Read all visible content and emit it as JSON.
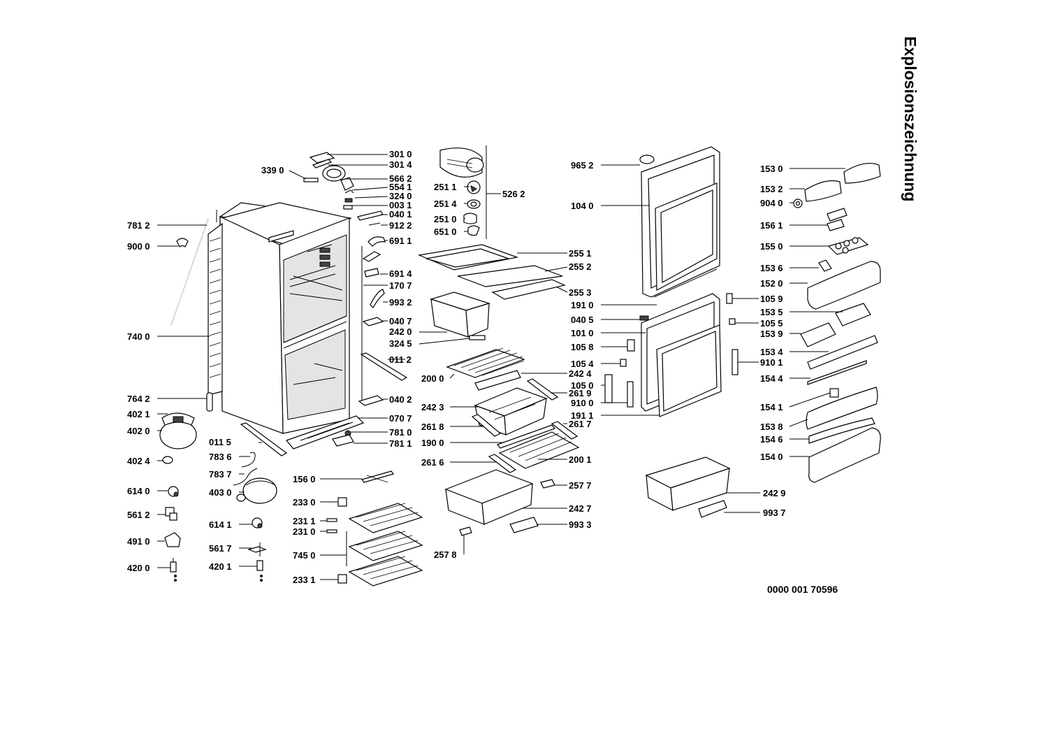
{
  "title": "Explosionszeichnung",
  "doc_number": "0000 001 70596",
  "callouts": [
    {
      "id": "c3010",
      "text": "301 0"
    },
    {
      "id": "c3014",
      "text": "301 4"
    },
    {
      "id": "c3390",
      "text": "339 0"
    },
    {
      "id": "c5662",
      "text": "566 2"
    },
    {
      "id": "c5541",
      "text": "554 1"
    },
    {
      "id": "c3240",
      "text": "324 0"
    },
    {
      "id": "c0031",
      "text": "003 1"
    },
    {
      "id": "c0401",
      "text": "040 1"
    },
    {
      "id": "c9122",
      "text": "912 2"
    },
    {
      "id": "c7812",
      "text": "781 2"
    },
    {
      "id": "c9000",
      "text": "900 0"
    },
    {
      "id": "c6911",
      "text": "691 1"
    },
    {
      "id": "c6914",
      "text": "691 4"
    },
    {
      "id": "c1707",
      "text": "170 7"
    },
    {
      "id": "c9932",
      "text": "993 2"
    },
    {
      "id": "c0407",
      "text": "040 7"
    },
    {
      "id": "c7400",
      "text": "740 0"
    },
    {
      "id": "c0112",
      "text": "011 2"
    },
    {
      "id": "c7642",
      "text": "764 2"
    },
    {
      "id": "c0402",
      "text": "040 2"
    },
    {
      "id": "c4021",
      "text": "402 1"
    },
    {
      "id": "c0707",
      "text": "070 7"
    },
    {
      "id": "c4020",
      "text": "402 0"
    },
    {
      "id": "c7810",
      "text": "781 0"
    },
    {
      "id": "c0115",
      "text": "011 5"
    },
    {
      "id": "c7811",
      "text": "781 1"
    },
    {
      "id": "c4024",
      "text": "402 4"
    },
    {
      "id": "c7836",
      "text": "783 6"
    },
    {
      "id": "c7837",
      "text": "783 7"
    },
    {
      "id": "c6140",
      "text": "614 0"
    },
    {
      "id": "c4030",
      "text": "403 0"
    },
    {
      "id": "c5612",
      "text": "561 2"
    },
    {
      "id": "c6141",
      "text": "614 1"
    },
    {
      "id": "c4910",
      "text": "491 0"
    },
    {
      "id": "c5617",
      "text": "561 7"
    },
    {
      "id": "c4200",
      "text": "420 0"
    },
    {
      "id": "c4201",
      "text": "420 1"
    },
    {
      "id": "c2511",
      "text": "251 1"
    },
    {
      "id": "c5262",
      "text": "526 2"
    },
    {
      "id": "c2514",
      "text": "251 4"
    },
    {
      "id": "c2510",
      "text": "251 0"
    },
    {
      "id": "c6510",
      "text": "651 0"
    },
    {
      "id": "c2551",
      "text": "255 1"
    },
    {
      "id": "c2552",
      "text": "255 2"
    },
    {
      "id": "c2553",
      "text": "255 3"
    },
    {
      "id": "c2420",
      "text": "242 0"
    },
    {
      "id": "c3245",
      "text": "324 5"
    },
    {
      "id": "c2000",
      "text": "200 0"
    },
    {
      "id": "c2424",
      "text": "242 4"
    },
    {
      "id": "c2619",
      "text": "261 9"
    },
    {
      "id": "c2423",
      "text": "242 3"
    },
    {
      "id": "c2618",
      "text": "261 8"
    },
    {
      "id": "c2617",
      "text": "261 7"
    },
    {
      "id": "c1900",
      "text": "190 0"
    },
    {
      "id": "c2616",
      "text": "261 6"
    },
    {
      "id": "c2001",
      "text": "200 1"
    },
    {
      "id": "c1560",
      "text": "156 0"
    },
    {
      "id": "c2577",
      "text": "257 7"
    },
    {
      "id": "c2330",
      "text": "233 0"
    },
    {
      "id": "c2427",
      "text": "242 7"
    },
    {
      "id": "c2311",
      "text": "231 1"
    },
    {
      "id": "c2310",
      "text": "231 0"
    },
    {
      "id": "c9933",
      "text": "993 3"
    },
    {
      "id": "c7450",
      "text": "745 0"
    },
    {
      "id": "c2578",
      "text": "257 8"
    },
    {
      "id": "c2331",
      "text": "233 1"
    },
    {
      "id": "c9652",
      "text": "965 2"
    },
    {
      "id": "c1040",
      "text": "104 0"
    },
    {
      "id": "c1910",
      "text": "191 0"
    },
    {
      "id": "c0405",
      "text": "040 5"
    },
    {
      "id": "c1010",
      "text": "101 0"
    },
    {
      "id": "c1058",
      "text": "105 8"
    },
    {
      "id": "c1054",
      "text": "105 4"
    },
    {
      "id": "c1050",
      "text": "105 0"
    },
    {
      "id": "c9100",
      "text": "910 0"
    },
    {
      "id": "c1911",
      "text": "191 1"
    },
    {
      "id": "c2429",
      "text": "242 9"
    },
    {
      "id": "c9937",
      "text": "993 7"
    },
    {
      "id": "c1530",
      "text": "153 0"
    },
    {
      "id": "c1532",
      "text": "153 2"
    },
    {
      "id": "c9040",
      "text": "904 0"
    },
    {
      "id": "c1561",
      "text": "156 1"
    },
    {
      "id": "c1550",
      "text": "155 0"
    },
    {
      "id": "c1536",
      "text": "153 6"
    },
    {
      "id": "c1520",
      "text": "152 0"
    },
    {
      "id": "c1059",
      "text": "105 9"
    },
    {
      "id": "c1535",
      "text": "153 5"
    },
    {
      "id": "c1055",
      "text": "105 5"
    },
    {
      "id": "c1539",
      "text": "153 9"
    },
    {
      "id": "c1534",
      "text": "153 4"
    },
    {
      "id": "c9101",
      "text": "910 1"
    },
    {
      "id": "c1544",
      "text": "154 4"
    },
    {
      "id": "c1541",
      "text": "154 1"
    },
    {
      "id": "c1538",
      "text": "153 8"
    },
    {
      "id": "c1546",
      "text": "154 6"
    },
    {
      "id": "c1540",
      "text": "154 0"
    }
  ]
}
